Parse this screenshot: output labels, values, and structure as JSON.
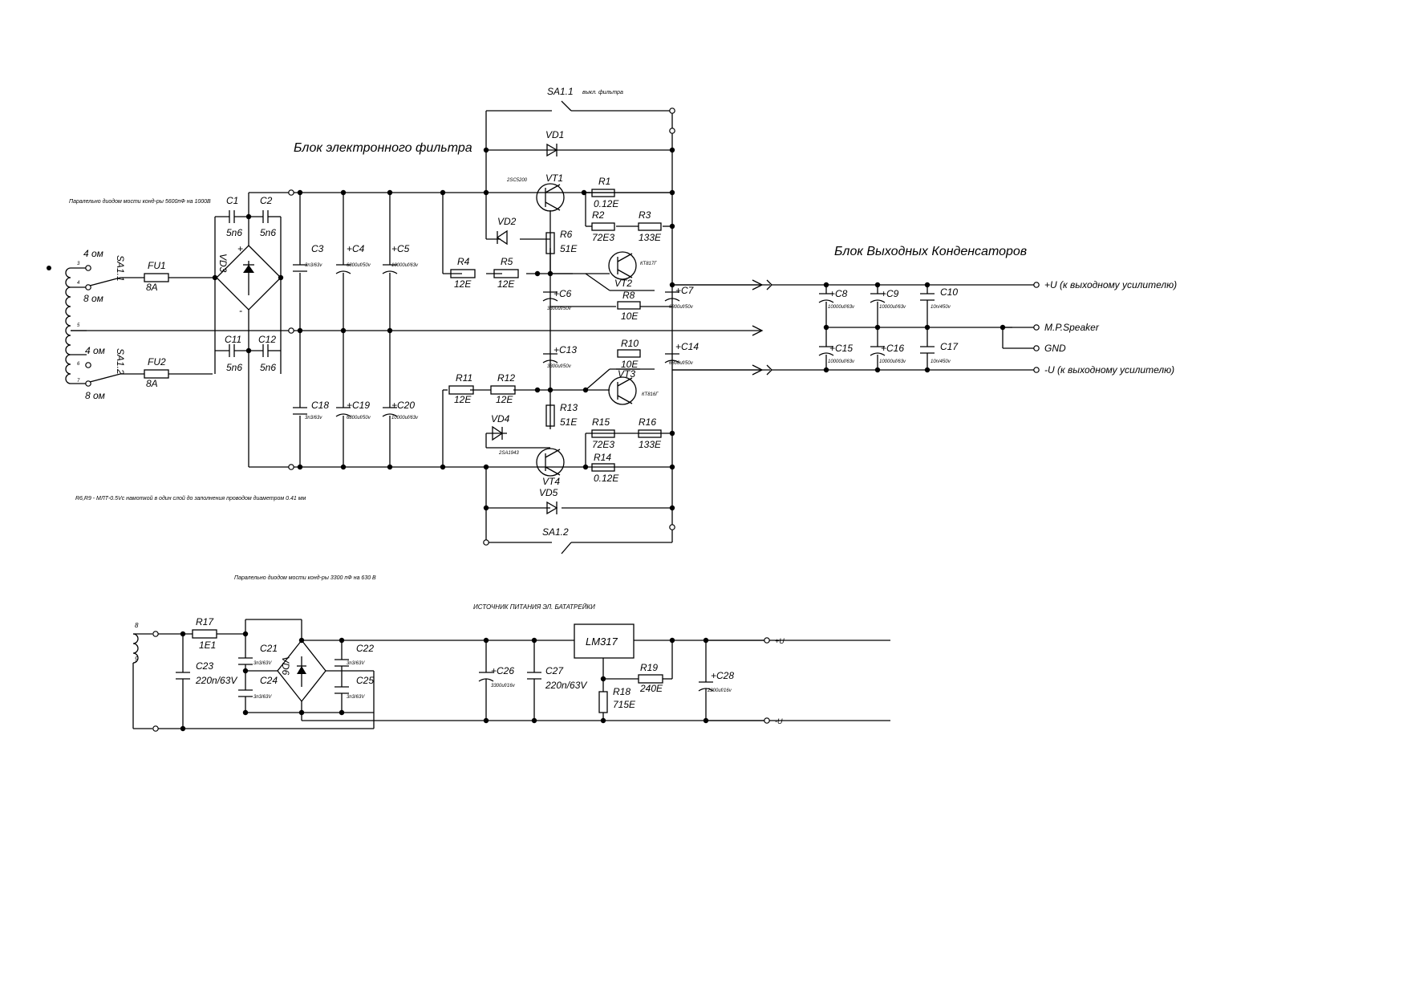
{
  "titles": {
    "filter_block": "Блок электронного фильтра",
    "output_caps_block": "Блок Выходных Конденсаторов",
    "supply_block": "ИСТОЧНИК ПИТАНИЯ ЭЛ. БАТАТРЕЙКИ"
  },
  "notes": {
    "bridge_note_top": "Паралельно диодом мости конд-ры 5600пФ на 1000В",
    "r6_r9_note": "R6,R9 - МЛТ-0.5Vс намоткой в один слой до заполнения проводом диаметром 0.41 мм",
    "bridge_note_bottom": "Паралельно диодом мости конд-ры 3300 пФ на 630 В",
    "sa11_extra": "выкл. фильтра"
  },
  "transformer": {
    "tap_labels": [
      "3",
      "4",
      "5",
      "6",
      "7"
    ],
    "ohm4_top": "4 ом",
    "ohm8_top": "8 ом",
    "ohm4_bot": "4 ом",
    "ohm8_bot": "8 ом",
    "low_tap_8": "8",
    "low_tap_9": "9"
  },
  "switches": {
    "sa11_in": "SA1.1",
    "sa12_in": "SA1.2",
    "sa11_top": "SA1.1",
    "sa12_bot": "SA1.2"
  },
  "fuses": {
    "fu1": "FU1",
    "fu1_val": "8A",
    "fu2": "FU2",
    "fu2_val": "8A"
  },
  "bridge_caps": {
    "c1": "C1",
    "c1_val": "5n6",
    "c2": "C2",
    "c2_val": "5n6",
    "c11": "C11",
    "c11_val": "5n6",
    "c12": "C12",
    "c12_val": "5n6",
    "vd3": "VD3",
    "plus": "+",
    "minus": "-"
  },
  "reservoir_caps": {
    "c3": "C3",
    "c3_val": "3n3/63v",
    "c4": "C4",
    "c4_val": "6800uf/50v",
    "c5": "C5",
    "c5_val": "10000uf/63v",
    "c18": "C18",
    "c18_val": "3n3/63v",
    "c19": "C19",
    "c19_val": "6800uf/50v",
    "c20": "C20",
    "c20_val": "10000uf/63v"
  },
  "positive_filter": {
    "sa11": "SA1.1",
    "vd1": "VD1",
    "vt1": "VT1",
    "vt1_type": "2SC5200",
    "r1": "R1",
    "r1_val": "0.12E",
    "r2": "R2",
    "r2_val": "72E3",
    "r3": "R3",
    "r3_val": "133E",
    "vd2": "VD2",
    "r6": "R6",
    "r6_val": "51E",
    "r4": "R4",
    "r4_val": "12E",
    "r5": "R5",
    "r5_val": "12E",
    "vt2": "VT2",
    "vt2_type": "КТ817Г",
    "c6": "C6",
    "c6_val": "3300uf/50v",
    "r8": "R8",
    "r8_val": "10E",
    "c7": "C7",
    "c7_val": "6800uf/50v"
  },
  "negative_filter": {
    "c13": "C13",
    "c13_val": "3300uf/50v",
    "r10": "R10",
    "r10_val": "10E",
    "c14": "C14",
    "c14_val": "6800uf/50v",
    "vt3": "VT3",
    "vt3_type": "КТ816Г",
    "r11": "R11",
    "r11_val": "12E",
    "r12": "R12",
    "r12_val": "12E",
    "r13": "R13",
    "r13_val": "51E",
    "vd4": "VD4",
    "vt4": "VT4",
    "vt4_type": "2SA1943",
    "r15": "R15",
    "r15_val": "72E3",
    "r16": "R16",
    "r16_val": "133E",
    "r14": "R14",
    "r14_val": "0.12E",
    "vd5": "VD5",
    "sa12": "SA1.2"
  },
  "output_caps": {
    "c8": "C8",
    "c8_val": "10000uf/63v",
    "c9": "C9",
    "c9_val": "10000uf/63v",
    "c10": "C10",
    "c10_val": "10n/450v",
    "c15": "C15",
    "c15_val": "10000uf/63v",
    "c16": "C16",
    "c16_val": "10000uf/63v",
    "c17": "C17",
    "c17_val": "10n/450v"
  },
  "outputs": {
    "plus_u": "+U (к выходному усилителю)",
    "mp_speaker": "M.P.Speaker",
    "gnd": "GND",
    "minus_u": "-U (к выходному усилителю)"
  },
  "supply": {
    "r17": "R17",
    "r17_val": "1E1",
    "c23": "C23",
    "c23_val": "220n/63V",
    "c21": "C21",
    "c21_val": "3n3/63V",
    "c24": "C24",
    "c24_val": "3n3/63V",
    "vd6": "VD6",
    "c22": "C22",
    "c22_val": "3n3/63V",
    "c25": "C25",
    "c25_val": "3n3/63V",
    "c26": "C26",
    "c26_val": "3300uf/16v",
    "c27": "C27",
    "c27_val": "220n/63V",
    "lm317": "LM317",
    "r18": "R18",
    "r18_val": "715E",
    "r19": "R19",
    "r19_val": "240E",
    "c28": "C28",
    "c28_val": "2200uf/16v",
    "out_plus": "+U",
    "out_minus": "-U"
  }
}
